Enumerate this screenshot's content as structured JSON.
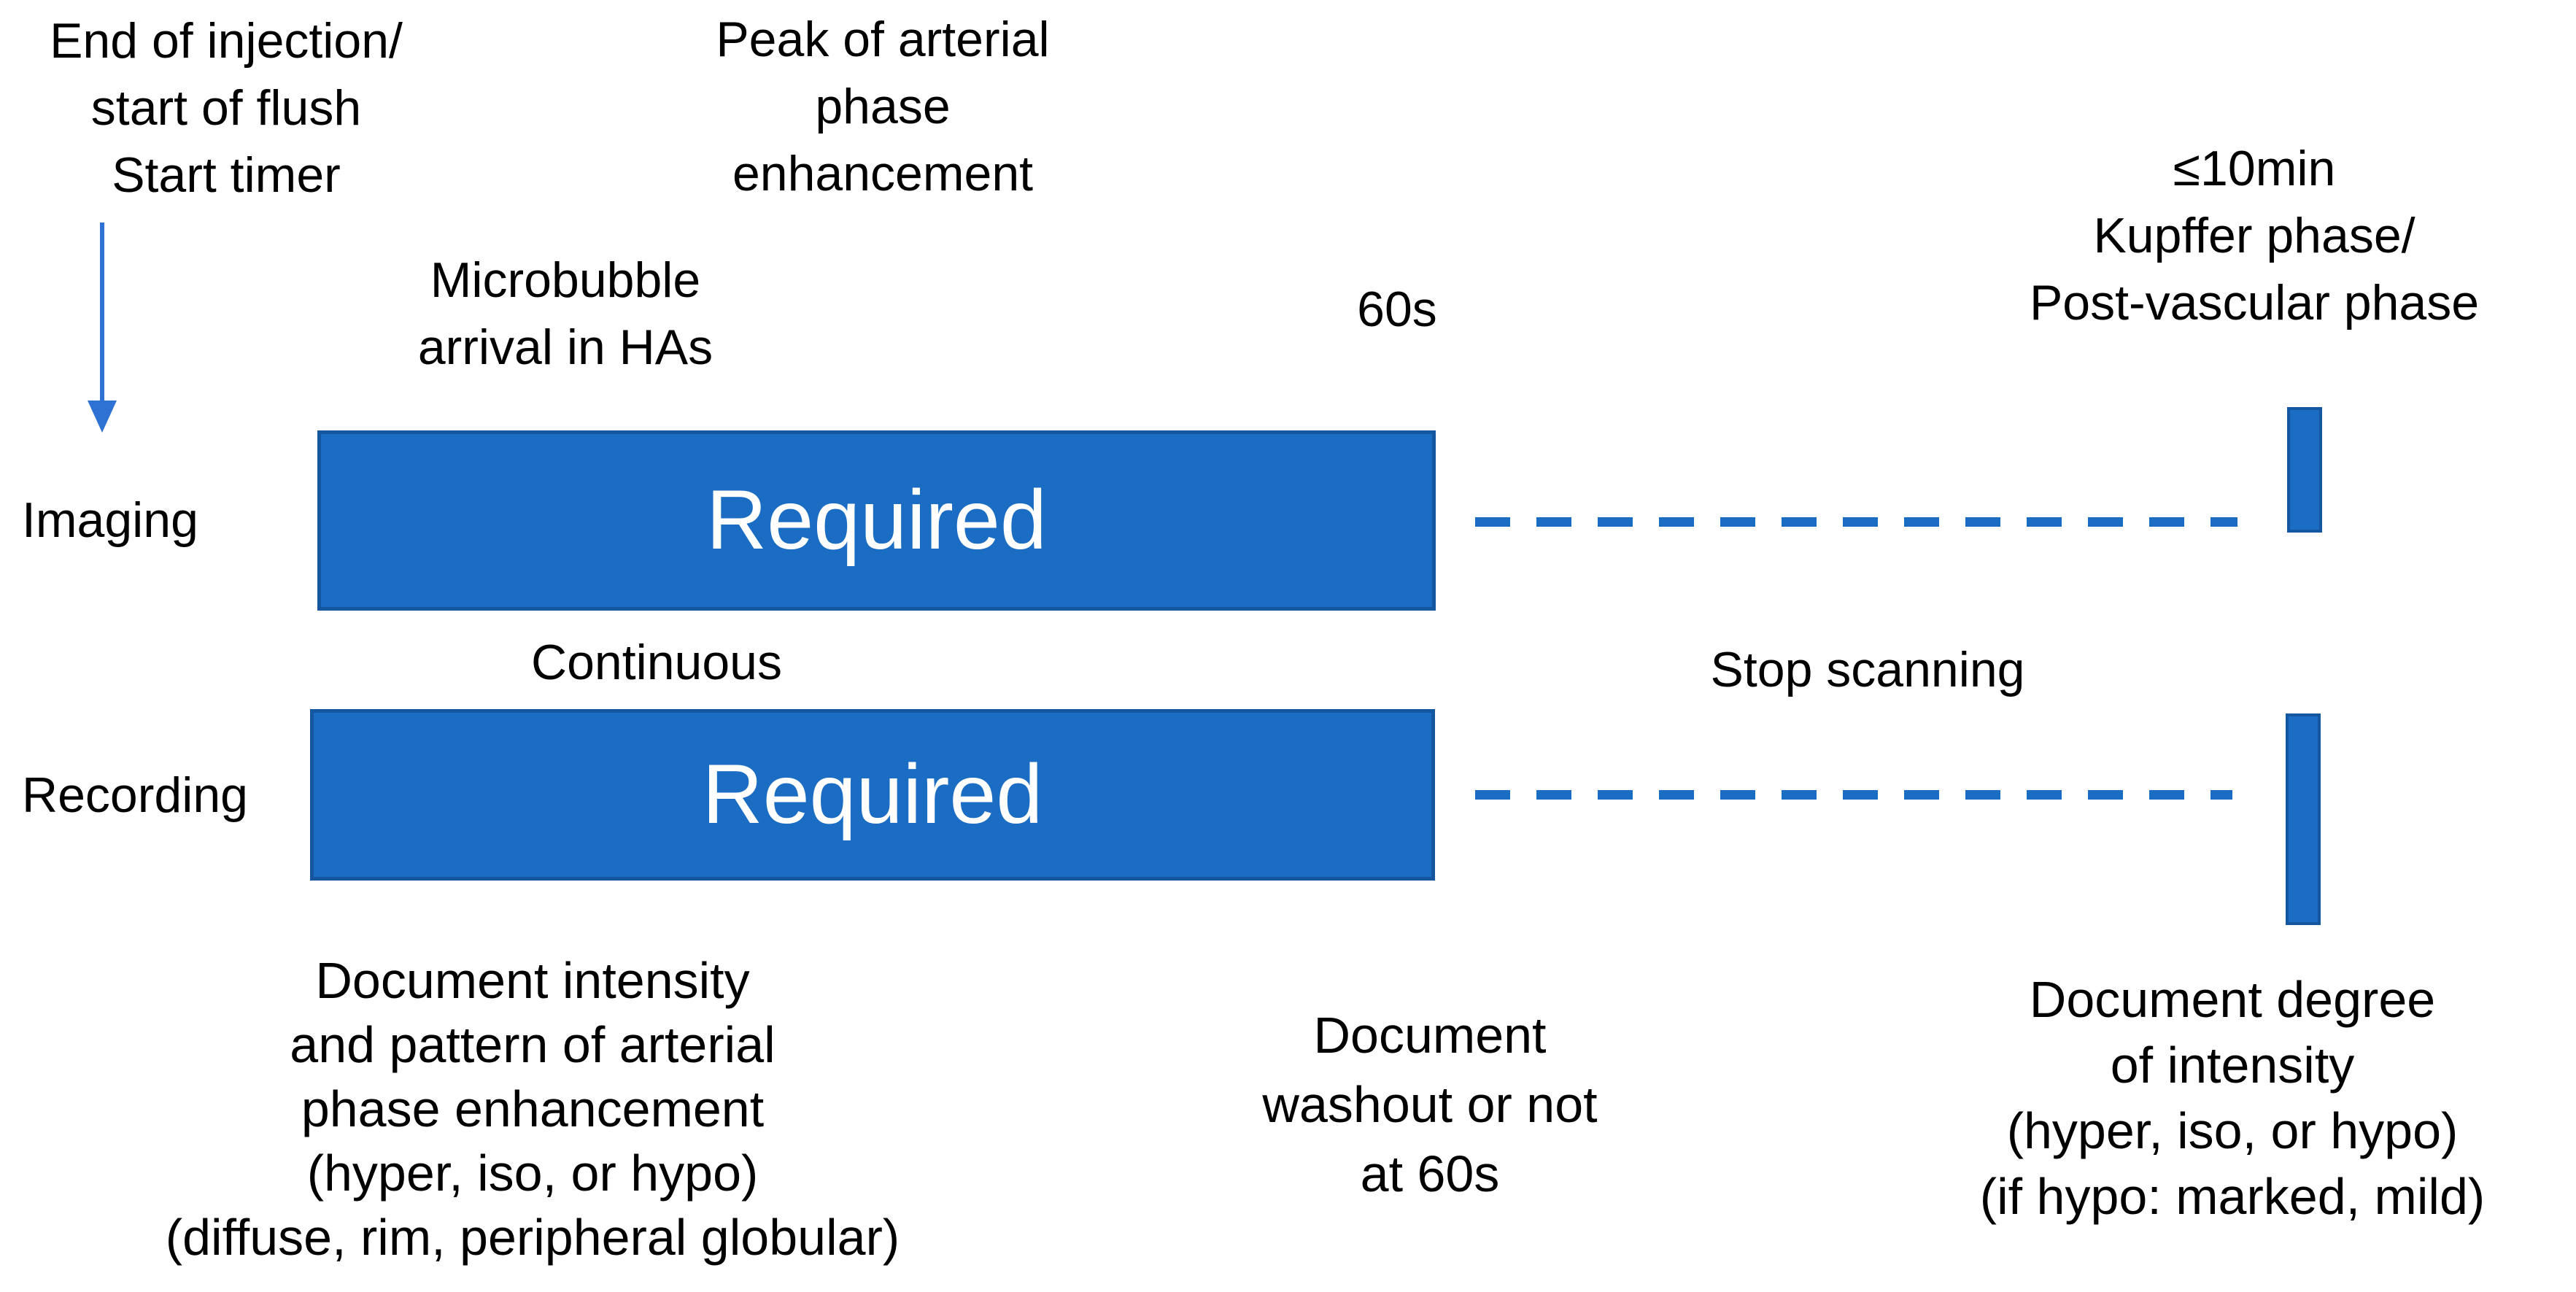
{
  "annotations": {
    "end_injection": {
      "lines": [
        "End of injection/",
        "start of flush",
        "Start timer"
      ]
    },
    "peak_arterial": {
      "lines": [
        "Peak of arterial",
        "phase",
        "enhancement"
      ]
    },
    "microbubble": {
      "lines": [
        "Microbubble",
        "arrival in HAs"
      ]
    },
    "sixty_seconds": "60s",
    "kupffer": {
      "lines": [
        "≤10min",
        "Kupffer phase/",
        "Post-vascular phase"
      ]
    },
    "continuous": "Continuous",
    "stop_scanning": "Stop scanning"
  },
  "rows": {
    "imaging": {
      "label": "Imaging",
      "bar_label": "Required"
    },
    "recording": {
      "label": "Recording",
      "bar_label": "Required"
    }
  },
  "notes": {
    "arterial": {
      "lines": [
        "Document intensity",
        "and pattern of arterial",
        "phase enhancement",
        "(hyper, iso, or hypo)",
        "(diffuse, rim, peripheral globular)"
      ]
    },
    "washout": {
      "lines": [
        "Document",
        "washout or not",
        "at 60s"
      ]
    },
    "degree": {
      "lines": [
        "Document degree",
        "of intensity",
        "(hyper, iso, or hypo)",
        "(if hypo: marked, mild)"
      ]
    }
  },
  "colors": {
    "bar_fill": "#1B6DC4",
    "bar_border": "#1457A0",
    "dash": "#1B6DC4",
    "arrow": "#2E72D4",
    "text": "#000000",
    "required_text": "#FFFFFF"
  }
}
